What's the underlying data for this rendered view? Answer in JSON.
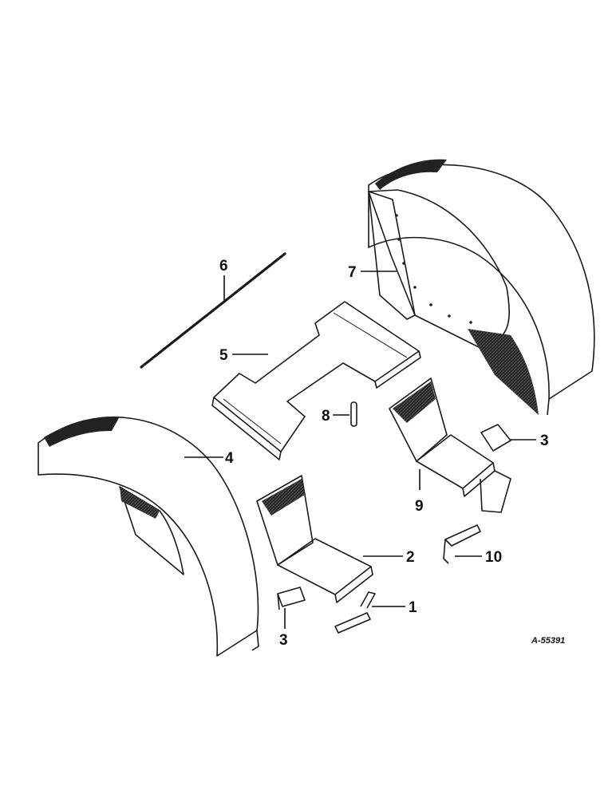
{
  "diagram": {
    "drawing_number": "A-55391",
    "callouts": [
      {
        "id": "c1",
        "label": "1"
      },
      {
        "id": "c2",
        "label": "2"
      },
      {
        "id": "c3a",
        "label": "3"
      },
      {
        "id": "c3b",
        "label": "3"
      },
      {
        "id": "c4",
        "label": "4"
      },
      {
        "id": "c5",
        "label": "5"
      },
      {
        "id": "c6",
        "label": "6"
      },
      {
        "id": "c7",
        "label": "7"
      },
      {
        "id": "c8",
        "label": "8"
      },
      {
        "id": "c9",
        "label": "9"
      },
      {
        "id": "c10",
        "label": "10"
      }
    ]
  }
}
